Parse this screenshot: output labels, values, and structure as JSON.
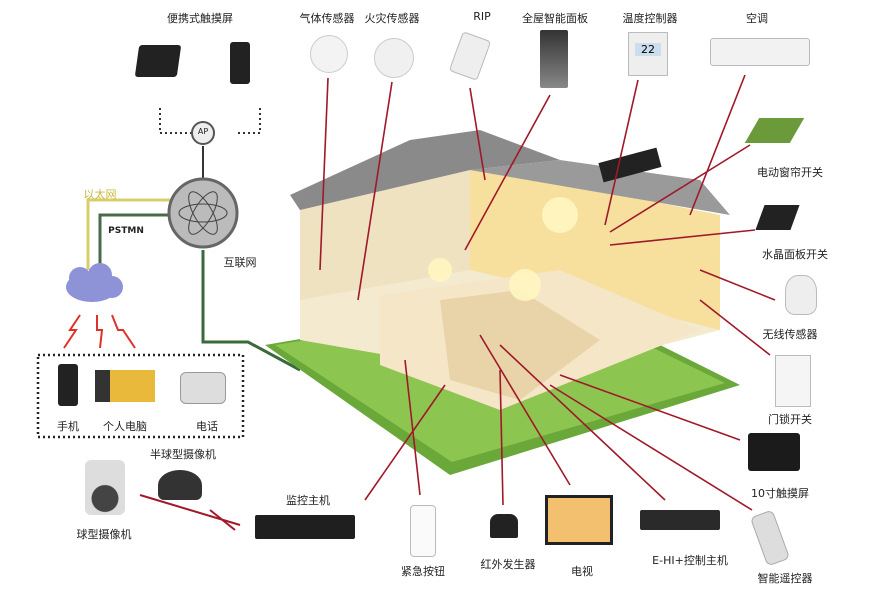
{
  "network": {
    "ap": "AP",
    "ethernet": "以太网",
    "pstn": "PSTMN",
    "internet": "互联网"
  },
  "clients": [
    "手机",
    "个人电脑",
    "电话"
  ],
  "devices_top": [
    "便携式触摸屏",
    "气体传感器",
    "火灾传感器",
    "RIP",
    "全屋智能面板",
    "温度控制器",
    "空调"
  ],
  "devices_right": [
    "电动窗帘开关",
    "水晶面板开关",
    "无线传感器",
    "门锁开关",
    "10寸触摸屏",
    "智能遥控器"
  ],
  "devices_bottom": [
    "E-HI+控制主机",
    "电视",
    "红外发生器",
    "紧急按钮",
    "监控主机",
    "球型摄像机",
    "半球型摄像机"
  ],
  "thermostat_reading": "22",
  "colors": {
    "leader": "#a0192a",
    "ethernet": "#d8cf6a",
    "pstn": "#4a6b4a",
    "lawn": "#6aa83a"
  }
}
